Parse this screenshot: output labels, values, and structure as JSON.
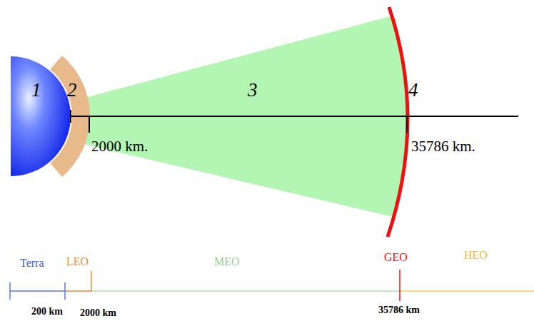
{
  "diagram": {
    "labels": [
      "1",
      "2",
      "3",
      "4",
      "2000 km.",
      "35786 km.",
      "Terra",
      "LEO",
      "MEO",
      "GEO",
      "HEO",
      "200 km",
      "2000 km",
      "35786 km"
    ]
  }
}
